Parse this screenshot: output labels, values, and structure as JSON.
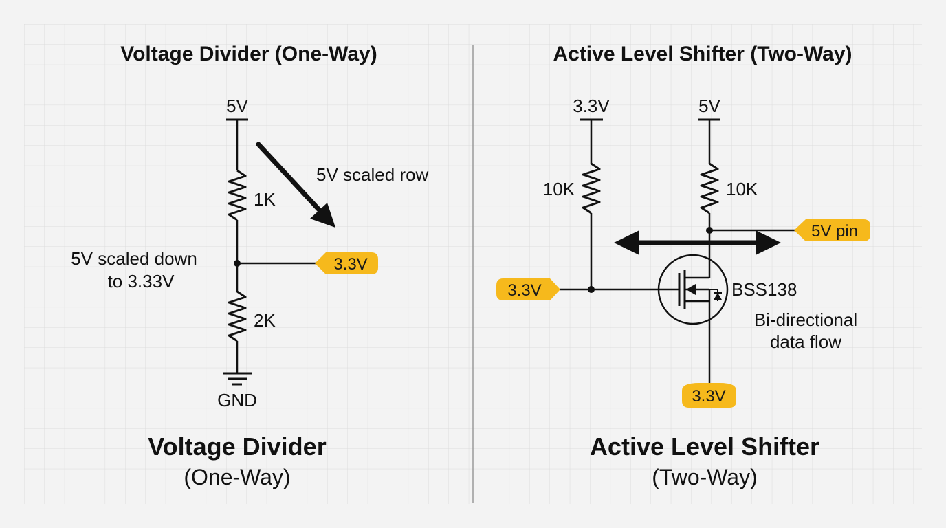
{
  "colors": {
    "background": "#f3f3f3",
    "grid": "#dcdcdc",
    "wire": "#111111",
    "tag": "#f6b91c"
  },
  "left": {
    "title": "Voltage Divider (One-Way)",
    "supply_label": "5V",
    "r1_label": "1K",
    "r2_label": "2K",
    "ground_label": "GND",
    "arrow_label": "5V scaled row",
    "note_line1": "5V scaled down",
    "note_line2": "to 3.33V",
    "output_tag": "3.3V",
    "caption_title": "Voltage Divider",
    "caption_sub": "(One-Way)"
  },
  "right": {
    "title": "Active Level Shifter (Two-Way)",
    "supply_low_label": "3.3V",
    "supply_high_label": "5V",
    "r_low_label": "10K",
    "r_high_label": "10K",
    "high_side_tag": "5V pin",
    "low_side_input_tag": "3.3V",
    "bottom_tag": "3.3V",
    "transistor_label": "BSS138",
    "note_line1": "Bi-directional",
    "note_line2": "data flow",
    "caption_title": "Active Level Shifter",
    "caption_sub": "(Two-Way)"
  }
}
